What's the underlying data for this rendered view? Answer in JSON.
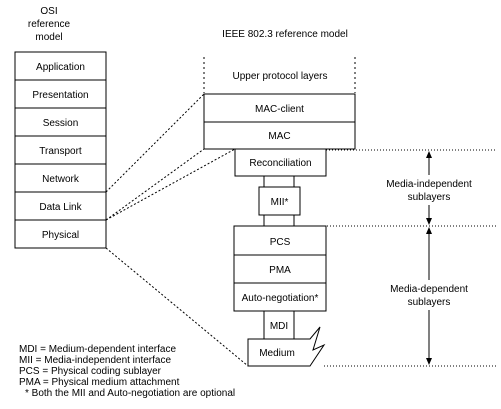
{
  "osi": {
    "title_line1": "OSI",
    "title_line2": "reference",
    "title_line3": "model",
    "layers": [
      "Application",
      "Presentation",
      "Session",
      "Transport",
      "Network",
      "Data Link",
      "Physical"
    ]
  },
  "ieee": {
    "title": "IEEE 802.3 reference model",
    "upper": "Upper protocol layers",
    "mac_client": "MAC-client",
    "mac": "MAC",
    "reconciliation": "Reconciliation",
    "mii": "MII*",
    "pcs": "PCS",
    "pma": "PMA",
    "autoneg": "Auto-negotiation*",
    "mdi": "MDI",
    "medium": "Medium"
  },
  "brackets": {
    "independent_line1": "Media-independent",
    "independent_line2": "sublayers",
    "dependent_line1": "Media-dependent",
    "dependent_line2": "sublayers"
  },
  "legend": [
    "MDI = Medium-dependent interface",
    "MII = Media-independent interface",
    "PCS = Physical coding sublayer",
    "PMA = Physical medium attachment",
    "* Both the MII and Auto-negotiation are optional"
  ]
}
